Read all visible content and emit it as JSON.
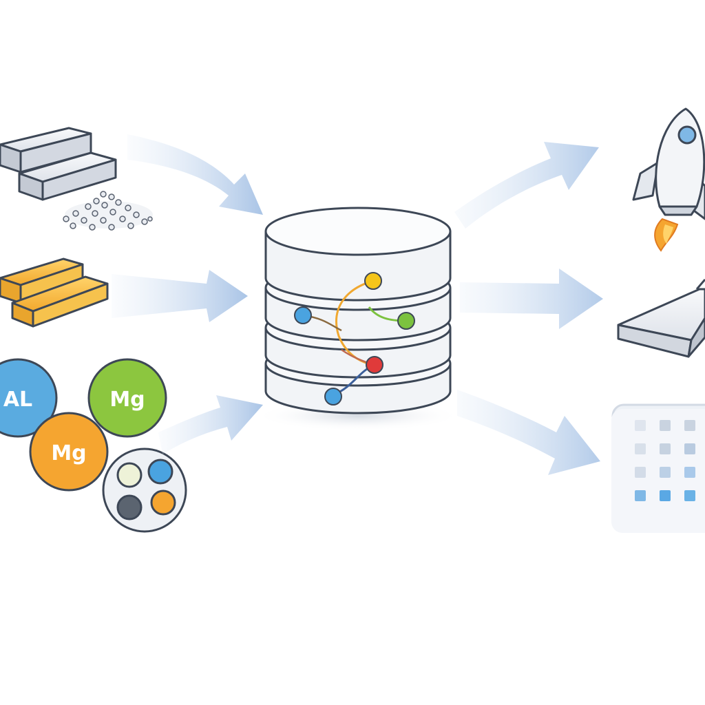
{
  "inputs": {
    "element_circles": [
      {
        "symbol": "AL",
        "color": "#5aabe0"
      },
      {
        "symbol": "Mg",
        "color": "#8cc63f"
      },
      {
        "symbol": "Mg",
        "color": "#f5a530"
      }
    ],
    "icons": [
      "silver-ingots-icon",
      "metal-powder-icon",
      "gold-ingots-icon",
      "element-mixture-icon"
    ]
  },
  "hub": {
    "icon": "database-icon",
    "node_colors": [
      "#f5c51a",
      "#4aa3e0",
      "#7cc23f",
      "#e03a3a",
      "#4aa3e0"
    ]
  },
  "outputs": {
    "icons": [
      "rocket-icon",
      "metal-plate-icon",
      "sample-grid-icon"
    ]
  },
  "colors": {
    "arrow": "#bcd3ec",
    "outline": "#3d4756",
    "silver": "#e3e7ee",
    "gold": "#f3b53c"
  }
}
